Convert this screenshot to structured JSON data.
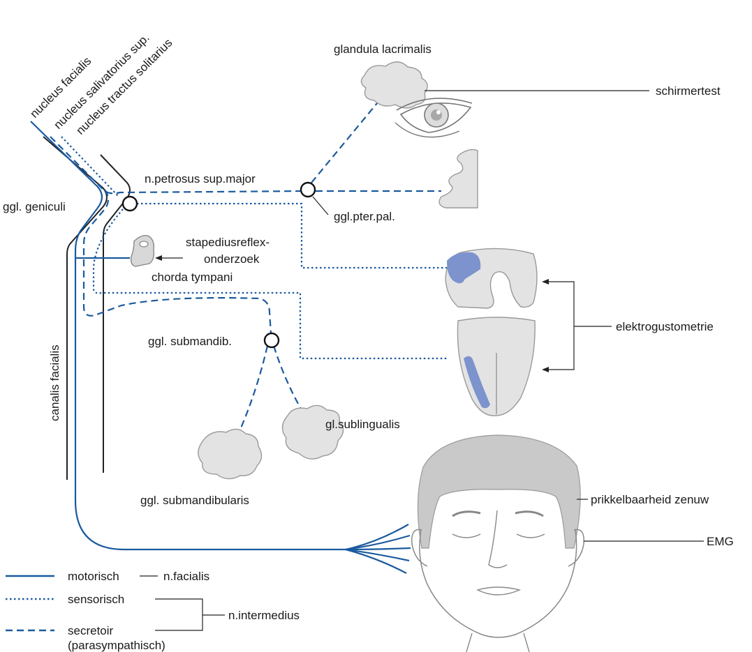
{
  "colors": {
    "nerve": "#1a5a9e",
    "organ_fill": "#e3e3e3",
    "organ_stroke": "#8c8c8c",
    "taste_zone": "#7c93cd",
    "line_dark": "#222222",
    "hair": "#c9c9c9"
  },
  "nuclei": {
    "facialis": "nucleus facialis",
    "salivatorius": "nucleus salivatorius sup.",
    "tractus": "nucleus tractus solitarius"
  },
  "labels": {
    "glandula_lacrimalis": "glandula lacrimalis",
    "schirmertest": "schirmertest",
    "n_petrosus": "n.petrosus sup.major",
    "ggl_geniculi": "ggl. geniculi",
    "ggl_pter_pal": "ggl.pter.pal.",
    "stapedius_1": "stapediusreflex-",
    "stapedius_2": "onderzoek",
    "chorda_tympani": "chorda tympani",
    "elektrogustometrie": "elektrogustometrie",
    "ggl_submandib": "ggl. submandib.",
    "canalis_facialis": "canalis facialis",
    "gl_sublingualis": "gl.sublingualis",
    "ggl_submandibularis": "ggl. submandibularis",
    "prikkelbaarheid": "prikkelbaarheid zenuw",
    "emg": "EMG"
  },
  "legend": {
    "motorisch": "motorisch",
    "n_facialis": "n.facialis",
    "sensorisch": "sensorisch",
    "secretoir": "secretoir",
    "parasympathisch": "(parasympathisch)",
    "n_intermedius": "n.intermedius"
  },
  "icons": [
    "lacrimal-gland-icon",
    "eye-icon",
    "nasal-mucosa-icon",
    "stapes-icon",
    "palate-icon",
    "tongue-icon",
    "salivary-gland-icon",
    "face-icon"
  ]
}
